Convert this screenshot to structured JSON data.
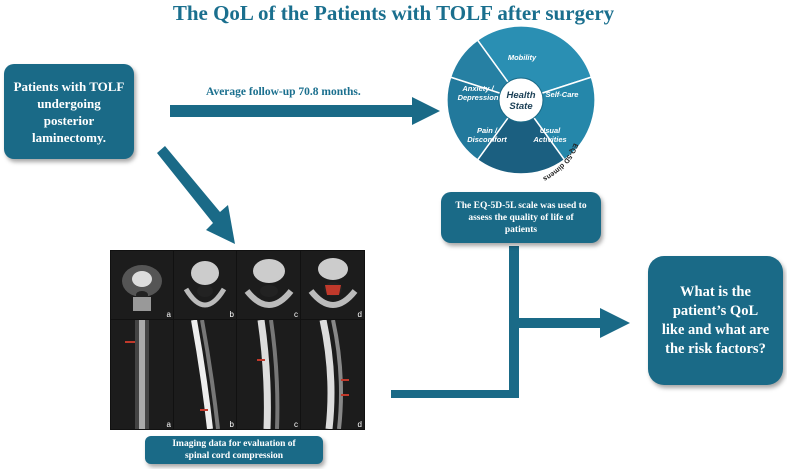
{
  "title": "The QoL of the Patients with TOLF after surgery",
  "patients_box": {
    "lines": [
      "Patients with TOLF",
      "undergoing",
      "posterior",
      "laminectomy."
    ]
  },
  "followup_label": "Average follow-up 70.8 months.",
  "eq5d_wheel": {
    "center_lines": [
      "Health",
      "State"
    ],
    "segments": [
      "Mobility",
      "Self-Care",
      "Usual Activities",
      "Pain / Discomfort",
      "Anxiety / Depression"
    ],
    "caption": "EQ-5D dimensions"
  },
  "scale_box": {
    "lines": [
      "The EQ-5D-5L scale was used to",
      "assess the quality of life of",
      "patients"
    ]
  },
  "question_box": {
    "lines": [
      "What is the",
      "patient’s QoL",
      "like and what are",
      "the risk  factors?"
    ]
  },
  "imaging_box": {
    "lines": [
      "Imaging data for evaluation of",
      "spinal cord compression"
    ]
  },
  "panel_labels": [
    "a",
    "b",
    "c",
    "d",
    "a",
    "b",
    "c",
    "d"
  ],
  "colors": {
    "primary": "#1a6a87",
    "title": "#1a6f8e",
    "wheel_light": "#2a8fb3",
    "wheel_dark": "#1b5f80"
  }
}
